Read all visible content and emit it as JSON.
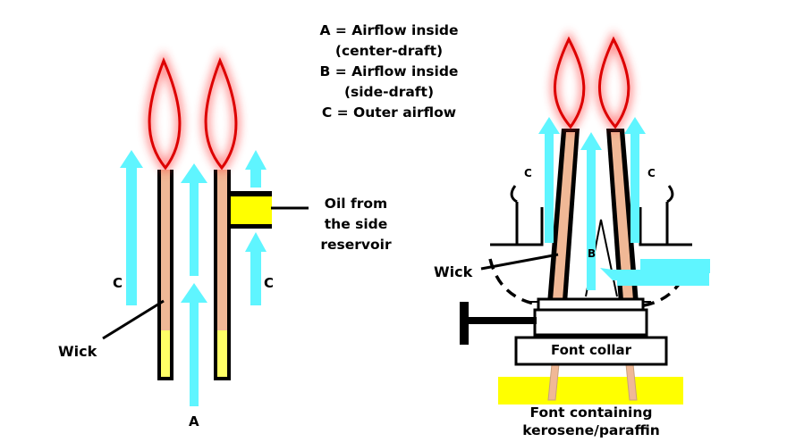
{
  "legend": {
    "a_line1": "A = Airflow inside",
    "a_line2": "(center-draft)",
    "b_line1": "B = Airflow inside",
    "b_line2": "(side-draft)",
    "c_line": "C = Outer airflow"
  },
  "left_diagram": {
    "label_a": "A",
    "label_c_left": "C",
    "label_c_right": "C",
    "label_wick": "Wick",
    "oil_line1": "Oil from",
    "oil_line2": "the side",
    "oil_line3": "reservoir"
  },
  "right_diagram": {
    "label_c_left": "C",
    "label_c_right": "C",
    "label_b": "B",
    "label_wick": "Wick",
    "font_collar": "Font collar",
    "font_line1": "Font containing",
    "font_line2": "kerosene/paraffin"
  },
  "colors": {
    "airflow": "#5ff5ff",
    "wick": "#f0b896",
    "fuel": "#ffff00",
    "flame": "#dd0000",
    "flame_glow": "#ff2222",
    "outline": "#000000"
  }
}
